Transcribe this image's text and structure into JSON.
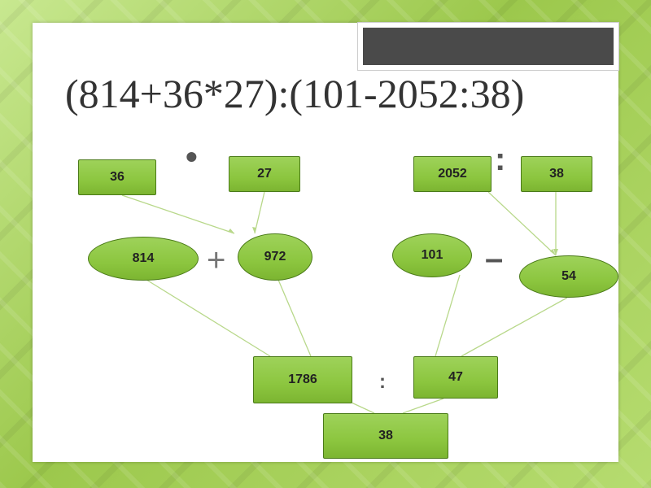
{
  "expression": "(814+36*27):(101-2052:38)",
  "nodes": {
    "n36": "36",
    "n27": "27",
    "n2052": "2052",
    "n38a": "38",
    "n814": "814",
    "n972": "972",
    "n101": "101",
    "n54": "54",
    "n1786": "1786",
    "n47": "47",
    "n38": "38"
  },
  "operators": {
    "multiply": "•",
    "divide_top": ":",
    "plus": "+",
    "minus": "–",
    "divide_bottom": ":"
  },
  "colors": {
    "node_fill": "#8cc63f",
    "node_border": "#4a7a18",
    "connector": "#b8d88a",
    "background": "#a8d060"
  }
}
